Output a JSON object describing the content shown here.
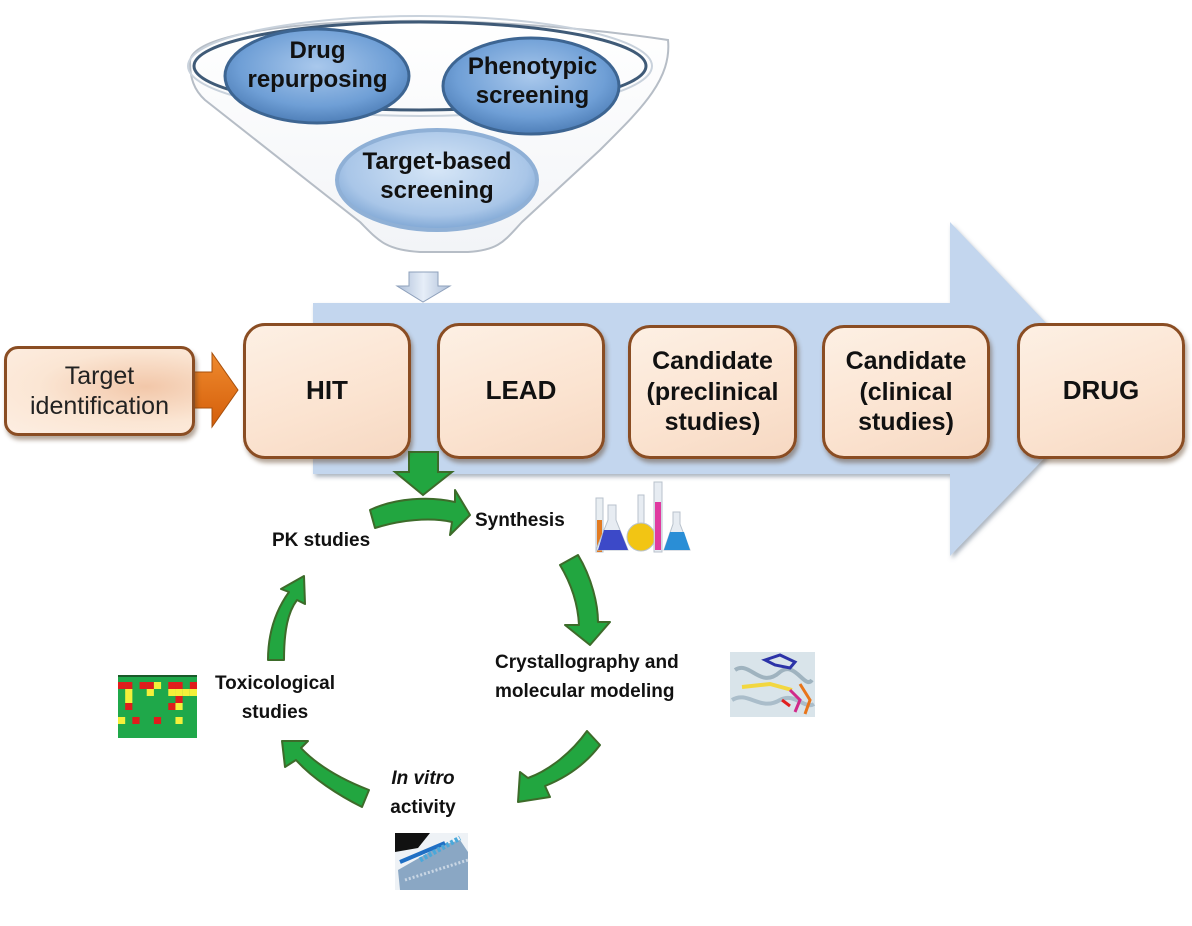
{
  "funnel": {
    "title": "Screening approaches",
    "items": [
      {
        "line1": "Drug",
        "line2": "repurposing"
      },
      {
        "line1": "Phenotypic",
        "line2": "screening"
      },
      {
        "line1": "Target-based",
        "line2": "screening"
      }
    ]
  },
  "pipeline": {
    "input": {
      "line1": "Target",
      "line2": "identification"
    },
    "stages": [
      {
        "lines": [
          "HIT"
        ]
      },
      {
        "lines": [
          "LEAD"
        ]
      },
      {
        "lines": [
          "Candidate",
          "(preclinical",
          "studies)"
        ]
      },
      {
        "lines": [
          "Candidate",
          "(clinical",
          "studies)"
        ]
      },
      {
        "lines": [
          "DRUG"
        ]
      }
    ]
  },
  "cycle": {
    "steps": {
      "synthesis": "Synthesis",
      "crystallography_line1": "Crystallography and",
      "crystallography_line2": "molecular modeling",
      "invitro_line1": "In vitro",
      "invitro_line2": "activity",
      "toxicology_line1": "Toxicological",
      "toxicology_line2": "studies",
      "pk": "PK studies"
    },
    "images": [
      "lab-glassware-image",
      "protein-structure-image",
      "microplate-image",
      "toxicity-heatmap-image"
    ]
  },
  "colors": {
    "stage_fill": "#fbe6d4",
    "stage_border": "#8a4d23",
    "big_arrow": "#c3d6ee",
    "input_arrow": "#e26b10",
    "cycle_arrow": "#22a640",
    "cycle_arrow_border": "#3d6b2a",
    "oval_fill": "#6f9fd6"
  }
}
